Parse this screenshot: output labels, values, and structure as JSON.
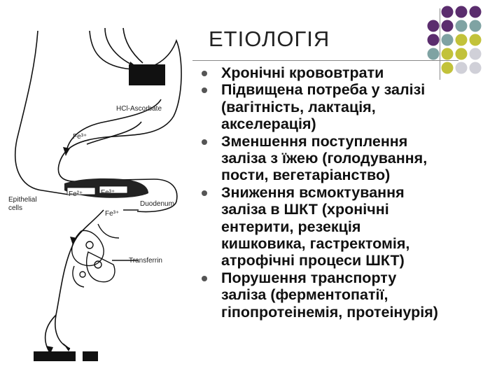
{
  "slide": {
    "title": "ЕТІОЛОГІЯ",
    "bullets": [
      "Хронічні крововтрати",
      "Підвищена потреба у залізі\n(вагітність, лактація,\nакселерація)",
      "Зменшення поступлення\nзаліза з їжею (голодування,\nпости, вегетаріанство)",
      "Зниження всмоктування\nзаліза в ШКТ (хронічні\nентерити, резекція\nкишковика, гастректомія,\nатрофічні процеси ШКТ)",
      "Порушення транспорту\nзаліза (ферментопатії,\nгіпопротеінемія, протеінурія)"
    ]
  },
  "diagram": {
    "hcl_label": "HCl-Ascorbate",
    "fe3_top": "Fe³⁺",
    "fe2_a": "Fe²⁺",
    "fe3_b": "Fe³⁺",
    "epithelial_label": "Epithelial\ncells",
    "duodenum_label": "Duodenum",
    "fe3_lower": "Fe³⁺",
    "transferrin_label": "Transferrin"
  },
  "colors": {
    "purple": "#5b2d6e",
    "teal": "#7fa3a3",
    "olive": "#c2c23a",
    "grey": "#d0d0d8"
  }
}
